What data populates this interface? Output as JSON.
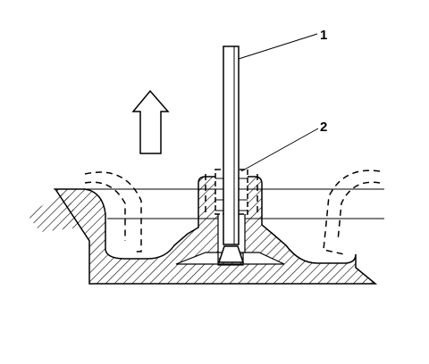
{
  "figure": {
    "callouts": [
      {
        "number": "1",
        "target": "tool-rod"
      },
      {
        "number": "2",
        "target": "threaded-insert"
      }
    ],
    "arrow_direction": "up",
    "colors": {
      "ink": "#000000",
      "paper": "#ffffff"
    }
  }
}
